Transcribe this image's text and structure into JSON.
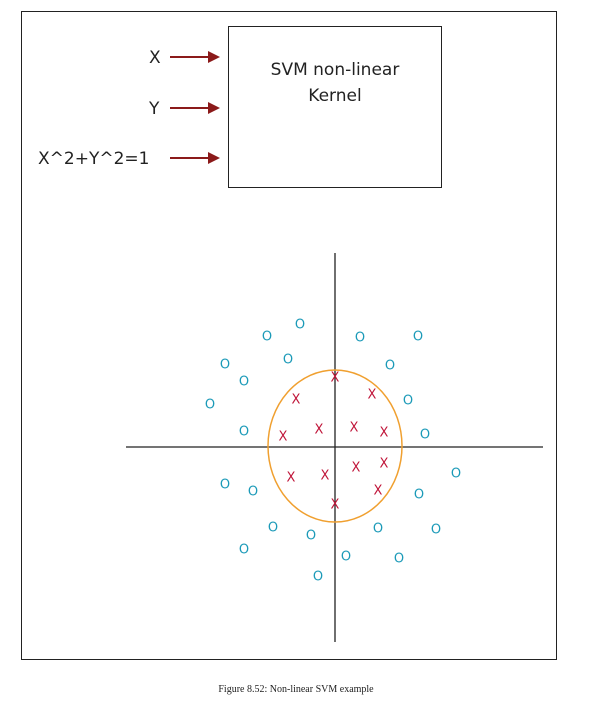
{
  "kernel_box": {
    "line1": "SVM non-linear",
    "line2": "Kernel"
  },
  "inputs": [
    {
      "label": "X"
    },
    {
      "label": "Y"
    },
    {
      "label": "X^2+Y^2=1"
    }
  ],
  "colors": {
    "arrow": "#8b1a1a",
    "o_marker": "#1b9ab8",
    "x_marker": "#c0163a",
    "circle": "#f0a030",
    "axes": "#222222"
  },
  "plot": {
    "o_symbol": "O",
    "x_symbol": "X"
  },
  "caption": "Figure 8.52: Non-linear SVM example"
}
